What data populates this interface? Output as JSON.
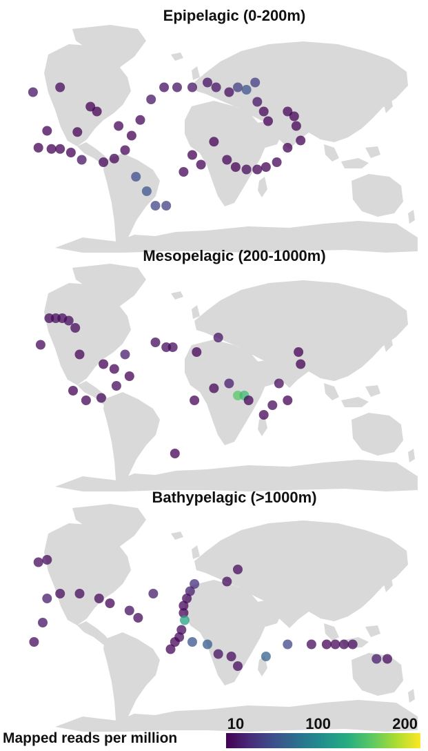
{
  "chart_data": [
    {
      "type": "scatter",
      "title": "Epipelagic (0-200m)",
      "points": [
        {
          "lon": -175,
          "lat": 38,
          "v": 20
        },
        {
          "lon": -150,
          "lat": 42,
          "v": 15
        },
        {
          "lon": -122,
          "lat": 26,
          "v": 10
        },
        {
          "lon": -116,
          "lat": 22,
          "v": 10
        },
        {
          "lon": -134,
          "lat": 5,
          "v": 10
        },
        {
          "lon": -162,
          "lat": 6,
          "v": 10
        },
        {
          "lon": -170,
          "lat": -8,
          "v": 10
        },
        {
          "lon": -158,
          "lat": -9,
          "v": 10
        },
        {
          "lon": -150,
          "lat": -9,
          "v": 10
        },
        {
          "lon": -140,
          "lat": -12,
          "v": 10
        },
        {
          "lon": -130,
          "lat": -18,
          "v": 20
        },
        {
          "lon": -110,
          "lat": -20,
          "v": 12
        },
        {
          "lon": -100,
          "lat": -17,
          "v": 12
        },
        {
          "lon": -90,
          "lat": -10,
          "v": 12
        },
        {
          "lon": -96,
          "lat": 10,
          "v": 12
        },
        {
          "lon": -84,
          "lat": 2,
          "v": 10
        },
        {
          "lon": -76,
          "lat": 15,
          "v": 12
        },
        {
          "lon": -66,
          "lat": 32,
          "v": 22
        },
        {
          "lon": -54,
          "lat": 42,
          "v": 18
        },
        {
          "lon": -42,
          "lat": 42,
          "v": 20
        },
        {
          "lon": -28,
          "lat": 42,
          "v": 20
        },
        {
          "lon": -14,
          "lat": 46,
          "v": 18
        },
        {
          "lon": -6,
          "lat": 42,
          "v": 20
        },
        {
          "lon": 6,
          "lat": 38,
          "v": 15
        },
        {
          "lon": 14,
          "lat": 42,
          "v": 45
        },
        {
          "lon": 22,
          "lat": 40,
          "v": 60
        },
        {
          "lon": 30,
          "lat": 46,
          "v": 45
        },
        {
          "lon": 32,
          "lat": 30,
          "v": 20
        },
        {
          "lon": 38,
          "lat": 22,
          "v": 12
        },
        {
          "lon": 42,
          "lat": 14,
          "v": 10
        },
        {
          "lon": 60,
          "lat": 22,
          "v": 12
        },
        {
          "lon": 66,
          "lat": 18,
          "v": 10
        },
        {
          "lon": 68,
          "lat": 10,
          "v": 10
        },
        {
          "lon": 72,
          "lat": -2,
          "v": 10
        },
        {
          "lon": 60,
          "lat": -8,
          "v": 10
        },
        {
          "lon": 50,
          "lat": -20,
          "v": 12
        },
        {
          "lon": 40,
          "lat": -24,
          "v": 10
        },
        {
          "lon": 32,
          "lat": -26,
          "v": 12
        },
        {
          "lon": 22,
          "lat": -26,
          "v": 15
        },
        {
          "lon": 12,
          "lat": -24,
          "v": 10
        },
        {
          "lon": 4,
          "lat": -18,
          "v": 12
        },
        {
          "lon": -8,
          "lat": -3,
          "v": 10
        },
        {
          "lon": -20,
          "lat": -22,
          "v": 10
        },
        {
          "lon": -28,
          "lat": -14,
          "v": 10
        },
        {
          "lon": -36,
          "lat": -28,
          "v": 12
        },
        {
          "lon": -80,
          "lat": -32,
          "v": 55
        },
        {
          "lon": -70,
          "lat": -44,
          "v": 60
        },
        {
          "lon": -62,
          "lat": -56,
          "v": 50
        },
        {
          "lon": -52,
          "lat": -56,
          "v": 45
        }
      ]
    },
    {
      "type": "scatter",
      "title": "Mesopelagic (200-1000m)",
      "points": [
        {
          "lon": -160,
          "lat": 48,
          "v": 15
        },
        {
          "lon": -154,
          "lat": 48,
          "v": 15
        },
        {
          "lon": -148,
          "lat": 48,
          "v": 15
        },
        {
          "lon": -142,
          "lat": 46,
          "v": 15
        },
        {
          "lon": -136,
          "lat": 40,
          "v": 15
        },
        {
          "lon": -168,
          "lat": 26,
          "v": 14
        },
        {
          "lon": -132,
          "lat": 18,
          "v": 12
        },
        {
          "lon": -110,
          "lat": 10,
          "v": 10
        },
        {
          "lon": -100,
          "lat": 6,
          "v": 12
        },
        {
          "lon": -86,
          "lat": 0,
          "v": 10
        },
        {
          "lon": -138,
          "lat": -12,
          "v": 10
        },
        {
          "lon": -126,
          "lat": -20,
          "v": 12
        },
        {
          "lon": -112,
          "lat": -18,
          "v": 15
        },
        {
          "lon": -98,
          "lat": -8,
          "v": 15
        },
        {
          "lon": -90,
          "lat": 18,
          "v": 25
        },
        {
          "lon": -62,
          "lat": 28,
          "v": 15
        },
        {
          "lon": -52,
          "lat": 24,
          "v": 15
        },
        {
          "lon": -46,
          "lat": 24,
          "v": 15
        },
        {
          "lon": -24,
          "lat": 20,
          "v": 10
        },
        {
          "lon": -26,
          "lat": -20,
          "v": 12
        },
        {
          "lon": -8,
          "lat": -10,
          "v": 12
        },
        {
          "lon": -4,
          "lat": 32,
          "v": 20
        },
        {
          "lon": 6,
          "lat": -6,
          "v": 25
        },
        {
          "lon": 14,
          "lat": -16,
          "v": 150
        },
        {
          "lon": 20,
          "lat": -16,
          "v": 140
        },
        {
          "lon": 24,
          "lat": -20,
          "v": 12
        },
        {
          "lon": 38,
          "lat": -32,
          "v": 12
        },
        {
          "lon": 46,
          "lat": -24,
          "v": 15
        },
        {
          "lon": 52,
          "lat": -6,
          "v": 15
        },
        {
          "lon": 60,
          "lat": -20,
          "v": 10
        },
        {
          "lon": 70,
          "lat": 20,
          "v": 10
        },
        {
          "lon": 72,
          "lat": 10,
          "v": 10
        },
        {
          "lon": -44,
          "lat": -64,
          "v": 10
        }
      ]
    },
    {
      "type": "scatter",
      "title": "Bathypelagic (>1000m)",
      "points": [
        {
          "lon": -170,
          "lat": 46,
          "v": 15
        },
        {
          "lon": -162,
          "lat": 48,
          "v": 15
        },
        {
          "lon": -162,
          "lat": 16,
          "v": 25
        },
        {
          "lon": -150,
          "lat": 20,
          "v": 15
        },
        {
          "lon": -132,
          "lat": 20,
          "v": 15
        },
        {
          "lon": -114,
          "lat": 16,
          "v": 15
        },
        {
          "lon": -104,
          "lat": 12,
          "v": 12
        },
        {
          "lon": -86,
          "lat": 6,
          "v": 18
        },
        {
          "lon": -78,
          "lat": 0,
          "v": 15
        },
        {
          "lon": -166,
          "lat": -4,
          "v": 20
        },
        {
          "lon": -174,
          "lat": -20,
          "v": 15
        },
        {
          "lon": -64,
          "lat": 20,
          "v": 25
        },
        {
          "lon": -26,
          "lat": 28,
          "v": 35
        },
        {
          "lon": -30,
          "lat": 22,
          "v": 25
        },
        {
          "lon": -33,
          "lat": 16,
          "v": 15
        },
        {
          "lon": -36,
          "lat": 10,
          "v": 12
        },
        {
          "lon": -36,
          "lat": 4,
          "v": 12
        },
        {
          "lon": -35,
          "lat": -2,
          "v": 120
        },
        {
          "lon": -38,
          "lat": -10,
          "v": 15
        },
        {
          "lon": -40,
          "lat": -16,
          "v": 15
        },
        {
          "lon": -44,
          "lat": -20,
          "v": 12
        },
        {
          "lon": -48,
          "lat": -26,
          "v": 12
        },
        {
          "lon": -28,
          "lat": -20,
          "v": 60
        },
        {
          "lon": -14,
          "lat": -22,
          "v": 65
        },
        {
          "lon": -4,
          "lat": -30,
          "v": 18
        },
        {
          "lon": 8,
          "lat": -32,
          "v": 15
        },
        {
          "lon": 14,
          "lat": -40,
          "v": 15
        },
        {
          "lon": 40,
          "lat": -32,
          "v": 70
        },
        {
          "lon": 60,
          "lat": -22,
          "v": 50
        },
        {
          "lon": 82,
          "lat": -22,
          "v": 15
        },
        {
          "lon": 96,
          "lat": -22,
          "v": 12
        },
        {
          "lon": 104,
          "lat": -22,
          "v": 12
        },
        {
          "lon": 112,
          "lat": -22,
          "v": 15
        },
        {
          "lon": 120,
          "lat": -22,
          "v": 15
        },
        {
          "lon": 142,
          "lat": -34,
          "v": 25
        },
        {
          "lon": 152,
          "lat": -34,
          "v": 15
        },
        {
          "lon": 4,
          "lat": 30,
          "v": 15
        },
        {
          "lon": 14,
          "lat": 40,
          "v": 15
        }
      ]
    }
  ],
  "colorbar": {
    "title": "Mapped reads per million",
    "ticks": [
      {
        "label": "10",
        "value": 10
      },
      {
        "label": "100",
        "value": 100
      },
      {
        "label": "200",
        "value": 200
      }
    ],
    "colors": [
      "#440154",
      "#472c7a",
      "#3b518b",
      "#2c718e",
      "#21908d",
      "#27ad81",
      "#5cc863",
      "#aadc32",
      "#fde725"
    ]
  }
}
